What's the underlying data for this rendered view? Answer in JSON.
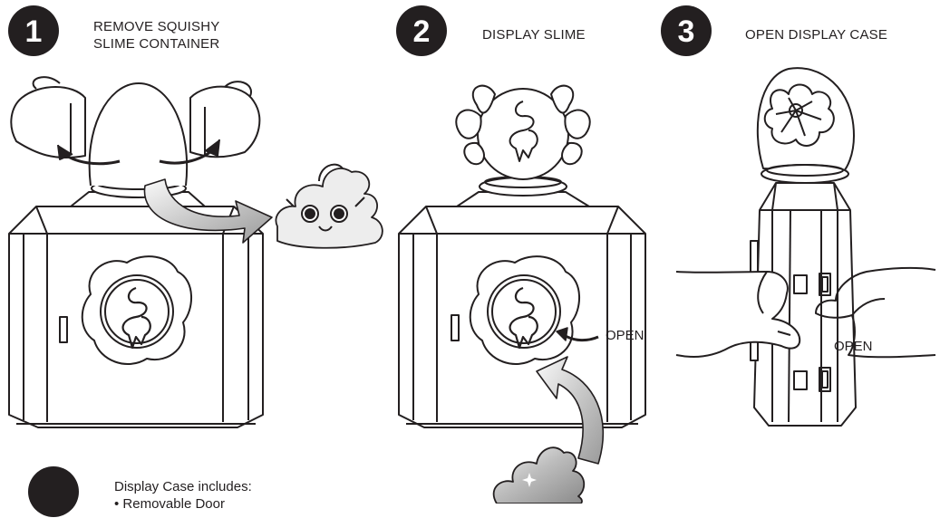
{
  "steps": [
    {
      "number": "1",
      "title_lines": [
        "REMOVE SQUISHY",
        "SLIME CONTAINER"
      ]
    },
    {
      "number": "2",
      "title_lines": [
        "DISPLAY SLIME"
      ]
    },
    {
      "number": "3",
      "title_lines": [
        "OPEN DISPLAY CASE"
      ]
    }
  ],
  "labels": {
    "open_step2": "OPEN",
    "open_step3": "OPEN"
  },
  "footer": {
    "lines": [
      "Display Case includes:",
      "• Removable Door"
    ]
  },
  "colors": {
    "badge": "#231f20",
    "line": "#231f20",
    "arrow_fill": "#c9c9c9"
  }
}
